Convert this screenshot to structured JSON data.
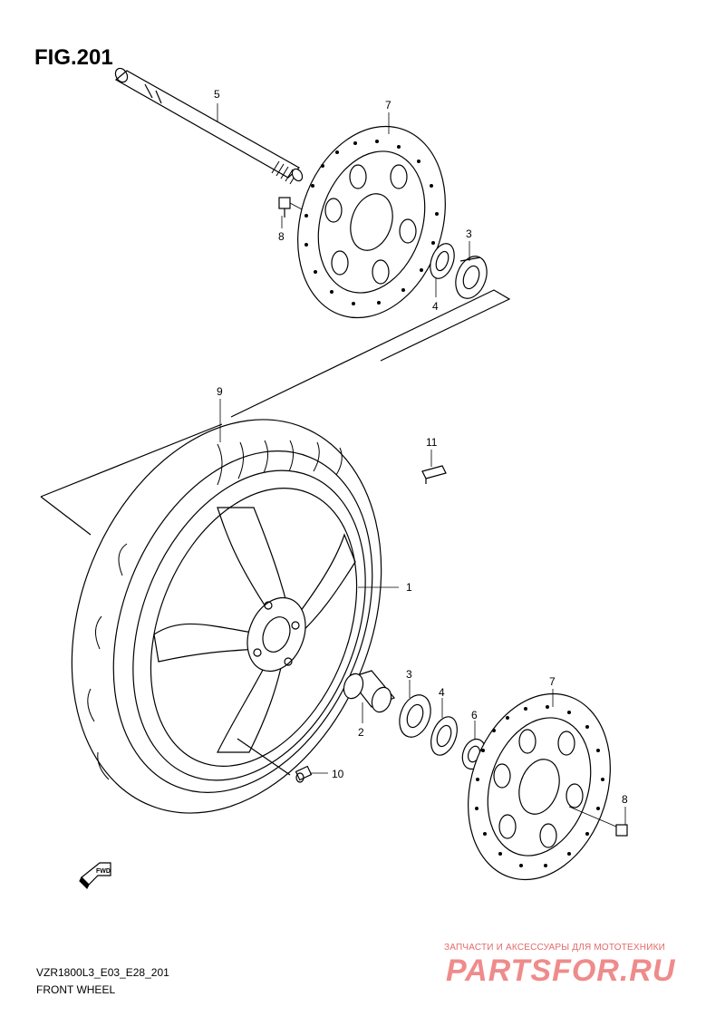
{
  "figure": {
    "title": "FIG.201",
    "model_code": "VZR1800L3_E03_E28_201",
    "name": "FRONT WHEEL",
    "fwd_label": "FWD"
  },
  "callouts": [
    {
      "id": "c1",
      "label": "1"
    },
    {
      "id": "c2",
      "label": "2"
    },
    {
      "id": "c3a",
      "label": "3"
    },
    {
      "id": "c3b",
      "label": "3"
    },
    {
      "id": "c4a",
      "label": "4"
    },
    {
      "id": "c4b",
      "label": "4"
    },
    {
      "id": "c5",
      "label": "5"
    },
    {
      "id": "c6",
      "label": "6"
    },
    {
      "id": "c7a",
      "label": "7"
    },
    {
      "id": "c7b",
      "label": "7"
    },
    {
      "id": "c8a",
      "label": "8"
    },
    {
      "id": "c8b",
      "label": "8"
    },
    {
      "id": "c9",
      "label": "9"
    },
    {
      "id": "c10",
      "label": "10"
    },
    {
      "id": "c11",
      "label": "11"
    }
  ],
  "watermark": {
    "text": "ЗАПЧАСТИ И АКСЕССУАРЫ ДЛЯ МОТОТЕХНИКИ",
    "logo": "PARTSFOR.RU",
    "color": "#e05555"
  }
}
